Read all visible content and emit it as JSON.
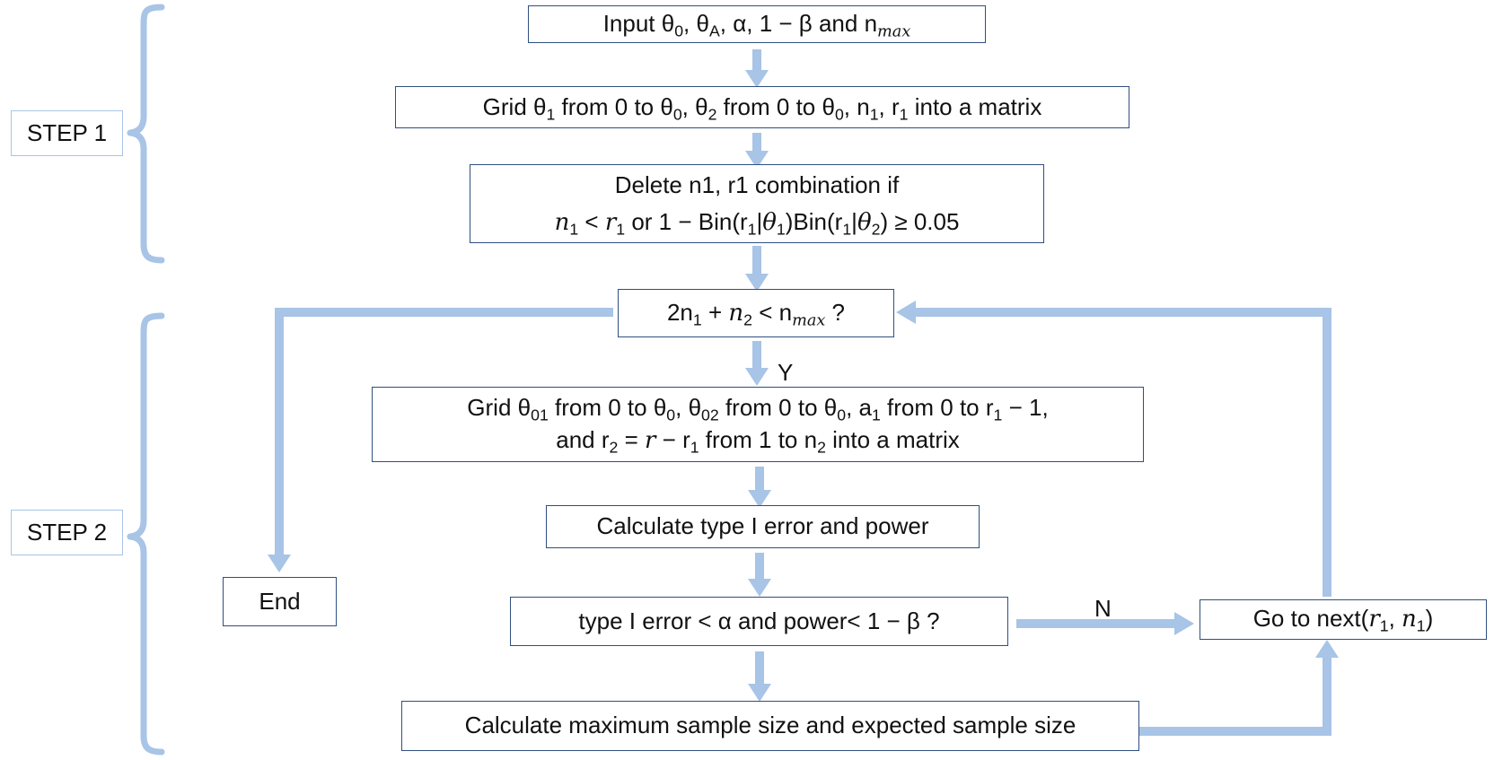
{
  "arrow_color": "#a8c4e6",
  "box_border_color": "#2f4f7f",
  "steps": {
    "step1": "STEP 1",
    "step2": "STEP 2"
  },
  "nodes": {
    "input": {
      "p1": "Input θ",
      "s1": "0",
      "p2": ", θ",
      "s2": "A",
      "p3": ", α, 1 − β and n",
      "s3": "max"
    },
    "grid1": {
      "p1": "Grid θ",
      "s1": "1",
      "p2": " from 0 to θ",
      "s2": "0",
      "p3": ", θ",
      "s3": "2",
      "p4": " from 0 to θ",
      "s4": "0",
      "p5": ", n",
      "s5": "1",
      "p6": ", r",
      "s6": "1",
      "p7": " into a matrix"
    },
    "delete": {
      "line1": "Delete n1, r1 combination if",
      "n": "n",
      "n_sub": "1",
      "lt": " < ",
      "r": "r",
      "r_sub": "1",
      "rest_a": " or 1 − Bin(r",
      "rest_a_sub": "1",
      "rest_b": "|",
      "th1": "θ",
      "th1_sub": "1",
      "rest_c": ")Bin(r",
      "rest_c_sub": "1",
      "rest_d": "|",
      "th2": "θ",
      "th2_sub": "2",
      "rest_e": ") ≥ 0.05"
    },
    "cond": {
      "p1": "2n",
      "s1": "1",
      "p2": " + ",
      "n2": "n",
      "s2": "2",
      "p3": " < n",
      "s3": "max",
      "p4": " ?"
    },
    "grid2": {
      "p1": "Grid θ",
      "s1": "01",
      "p2": " from 0 to θ",
      "s2": "0",
      "p3": ", θ",
      "s3": "02",
      "p4": " from 0 to θ",
      "s4": "0",
      "p5": ", a",
      "s5": "1",
      "p6": " from 0 to r",
      "s6": "1",
      "p7": " − 1,",
      "q1": "and r",
      "t1": "2",
      "q2": " = ",
      "r": "r",
      "q3": " − r",
      "t3": "1",
      "q4": " from 1 to n",
      "t4": "2",
      "q5": "  into a matrix"
    },
    "calc": "Calculate type I error and power",
    "check": "type I error < α and power< 1 − β ?",
    "next": {
      "p1": "Go to next(",
      "r": "r",
      "s1": "1",
      "comma": ", ",
      "n": "n",
      "s2": "1",
      "p2": ")"
    },
    "end": "End",
    "samplesize": "Calculate maximum sample size and expected sample size"
  },
  "edge_labels": {
    "yes": "Y",
    "no": "N"
  }
}
